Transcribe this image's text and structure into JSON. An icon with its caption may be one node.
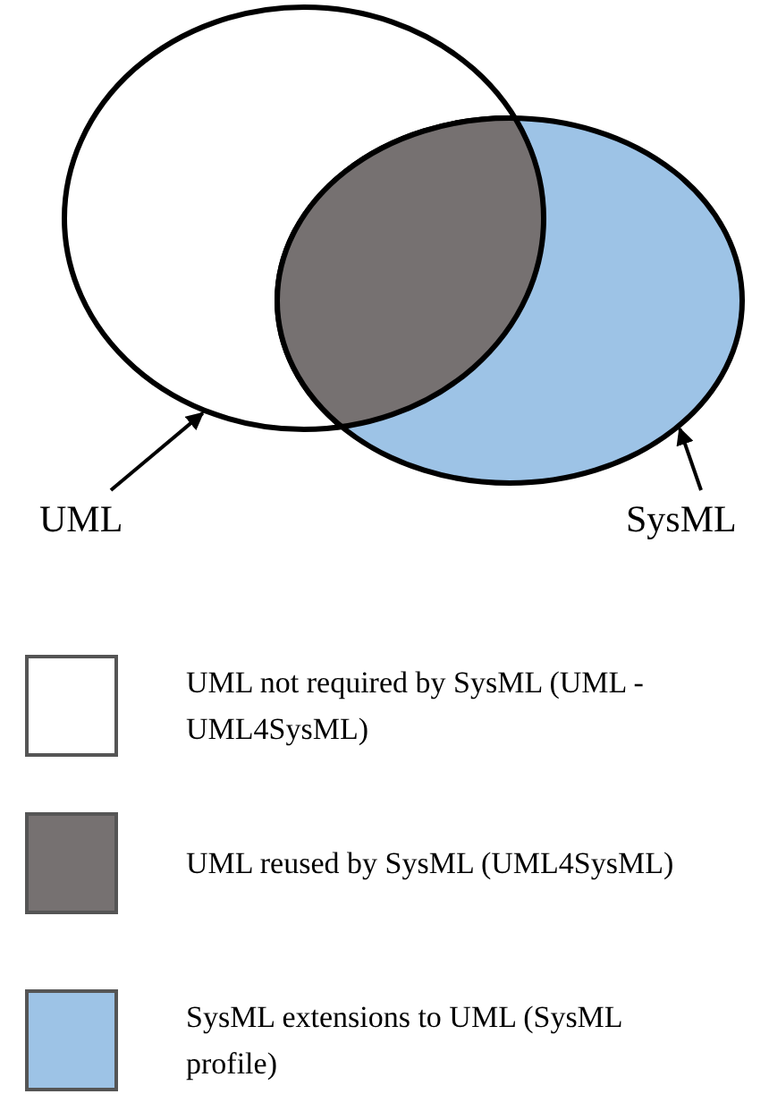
{
  "diagram": {
    "nodes": [
      {
        "text": [],
        "shape": "ellipse"
      },
      {
        "text": [],
        "shape": "ellipse"
      },
      {
        "text": [
          "UML"
        ]
      },
      {
        "text": [
          "SysML"
        ]
      }
    ],
    "edges": [
      {
        "from": 2,
        "to": 0,
        "arrow": "to"
      },
      {
        "from": 3,
        "to": 1,
        "arrow": "to"
      }
    ],
    "legend": [
      {
        "text": "UML not required by SysML (UML - UML4SysML)",
        "color": "#ffffff"
      },
      {
        "text": "UML reused by SysML (UML4SysML)",
        "color": "#767171"
      },
      {
        "text": "SysML extensions to UML (SysML profile)",
        "color": "#9dc3e6"
      }
    ]
  }
}
